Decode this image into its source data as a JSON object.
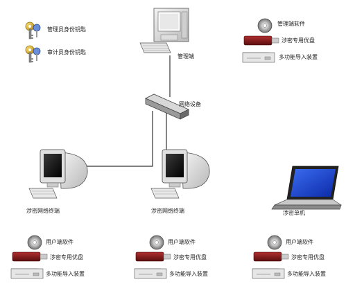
{
  "keys": {
    "admin_key": "管理员身份钥匙",
    "auditor_key": "审计员身份钥匙"
  },
  "admin_terminal": {
    "label": "管理端"
  },
  "network_device": {
    "label": "网络设备"
  },
  "admin_tools": {
    "software": "管理端软件",
    "usb": "涉密专用优盘",
    "device": "多功能导入装置"
  },
  "terminals": [
    {
      "label": "涉密网络终端"
    },
    {
      "label": "涉密网络终端"
    }
  ],
  "standalone": {
    "label": "涉密单机"
  },
  "user_tool_groups": [
    {
      "software": "用户端软件",
      "usb": "涉密专用优盘",
      "device": "多功能导入装置"
    },
    {
      "software": "用户端软件",
      "usb": "涉密专用优盘",
      "device": "多功能导入装置"
    },
    {
      "software": "用户端软件",
      "usb": "涉密专用优盘",
      "device": "多功能导入装置"
    }
  ],
  "colors": {
    "connector_line": "#333333",
    "usb_red": "#8b1a1a",
    "screen_blue": "#1f3fbf",
    "key_gold": "#d4a017"
  }
}
